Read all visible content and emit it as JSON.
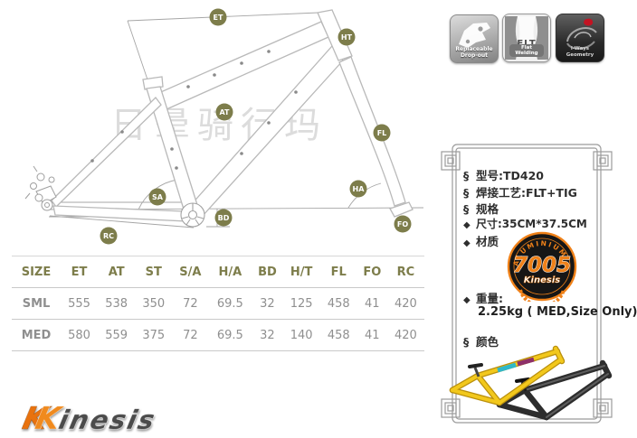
{
  "diagram": {
    "watermark": "日晕骑行玛",
    "labels": [
      "ET",
      "HT",
      "AT",
      "SA",
      "BD",
      "RC",
      "FL",
      "HA",
      "FO"
    ]
  },
  "badges": {
    "replaceable": {
      "line1": "Replaceable",
      "line2": "Drop-out"
    },
    "flt": {
      "title": "FLT",
      "subtitle": "Flat Welding"
    },
    "geometry": {
      "line1": "i-Ways",
      "line2": "Geometry"
    }
  },
  "spec_panel": {
    "items": [
      {
        "marker": "§",
        "text": "型号:TD420"
      },
      {
        "marker": "§",
        "text": "焊接工艺:FLT+TIG"
      },
      {
        "marker": "§",
        "text": "规格"
      },
      {
        "marker": "◆",
        "text": "尺寸:35CM*37.5CM"
      },
      {
        "marker": "◆",
        "text": "材质"
      },
      {
        "marker": "◆",
        "text": "重量:"
      },
      {
        "text": "2.25kg ( MED,Size Only)"
      },
      {
        "marker": "§",
        "text": "颜色"
      }
    ]
  },
  "badge7005": {
    "arc_top": "ALUMINIUM",
    "number": "7005",
    "brand": "Kinesis"
  },
  "table": {
    "headers": [
      "SIZE",
      "ET",
      "AT",
      "ST",
      "S/A",
      "H/A",
      "BD",
      "H/T",
      "FL",
      "FO",
      "RC"
    ],
    "rows": [
      {
        "size": "SML",
        "values": [
          555,
          538,
          350,
          72,
          69.5,
          32,
          125,
          458,
          41,
          420
        ]
      },
      {
        "size": "MED",
        "values": [
          580,
          559,
          375,
          72,
          69.5,
          32,
          140,
          458,
          41,
          420
        ]
      }
    ]
  },
  "logo": {
    "letter": "K",
    "rest": "inesis"
  },
  "colors": {
    "olive": "#7d7d4b",
    "orange": "#ee7d17",
    "table_value_gray": "#8f8f8f",
    "frame_line_gray": "#b9b9b9",
    "frame_yellow": "#f2c81c",
    "frame_black": "#3a3a3a"
  }
}
